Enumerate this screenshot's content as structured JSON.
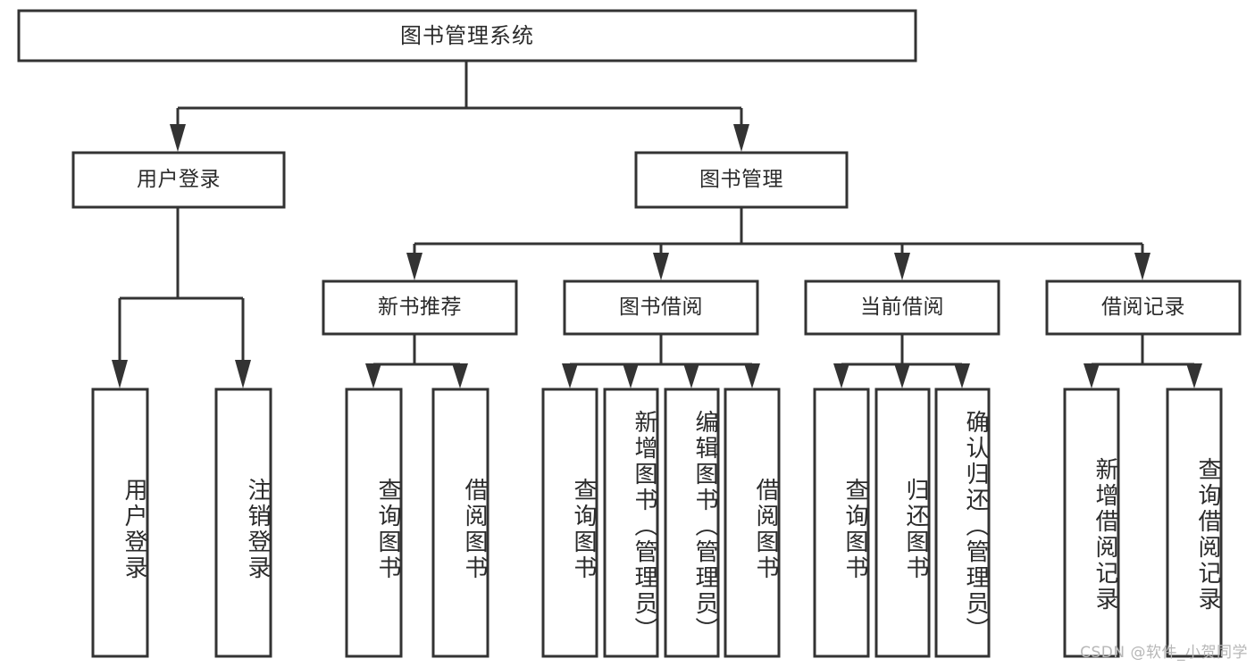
{
  "diagram": {
    "title": "图书管理系统",
    "type": "hierarchy-tree",
    "watermark": "CSDN @软件_小贺同学",
    "colors": {
      "stroke": "#333333",
      "fill": "#ffffff",
      "text": "#2b2b2b",
      "watermark": "#b7b7b7"
    },
    "nodes": {
      "root": {
        "label": "图书管理系统",
        "level": 0,
        "orientation": "horizontal"
      },
      "level1": [
        {
          "id": "user-login",
          "label": "用户登录",
          "orientation": "horizontal"
        },
        {
          "id": "book-management",
          "label": "图书管理",
          "orientation": "horizontal"
        }
      ],
      "level2": [
        {
          "id": "new-book-recommend",
          "label": "新书推荐",
          "orientation": "horizontal",
          "parent": "book-management"
        },
        {
          "id": "book-borrow",
          "label": "图书借阅",
          "orientation": "horizontal",
          "parent": "book-management"
        },
        {
          "id": "current-borrow",
          "label": "当前借阅",
          "orientation": "horizontal",
          "parent": "book-management"
        },
        {
          "id": "borrow-record",
          "label": "借阅记录",
          "orientation": "horizontal",
          "parent": "book-management"
        }
      ],
      "leaves": [
        {
          "id": "leaf-user-login",
          "label": "用户登录",
          "orientation": "vertical",
          "parent": "user-login"
        },
        {
          "id": "leaf-user-logout",
          "label": "注销登录",
          "orientation": "vertical",
          "parent": "user-login"
        },
        {
          "id": "leaf-query-book-1",
          "label": "查询图书",
          "orientation": "vertical",
          "parent": "new-book-recommend"
        },
        {
          "id": "leaf-borrow-book-1",
          "label": "借阅图书",
          "orientation": "vertical",
          "parent": "new-book-recommend"
        },
        {
          "id": "leaf-query-book-2",
          "label": "查询图书",
          "orientation": "vertical",
          "parent": "book-borrow"
        },
        {
          "id": "leaf-add-book",
          "label": "新增图书（管理员）",
          "orientation": "vertical",
          "parent": "book-borrow"
        },
        {
          "id": "leaf-edit-book",
          "label": "编辑图书（管理员）",
          "orientation": "vertical",
          "parent": "book-borrow"
        },
        {
          "id": "leaf-borrow-book-2",
          "label": "借阅图书",
          "orientation": "vertical",
          "parent": "book-borrow"
        },
        {
          "id": "leaf-query-book-3",
          "label": "查询图书",
          "orientation": "vertical",
          "parent": "current-borrow"
        },
        {
          "id": "leaf-return-book",
          "label": "归还图书",
          "orientation": "vertical",
          "parent": "current-borrow"
        },
        {
          "id": "leaf-confirm-return",
          "label": "确认归还（管理员）",
          "orientation": "vertical",
          "parent": "current-borrow"
        },
        {
          "id": "leaf-add-record",
          "label": "新增借阅记录",
          "orientation": "vertical",
          "parent": "borrow-record"
        },
        {
          "id": "leaf-query-record",
          "label": "查询借阅记录",
          "orientation": "vertical",
          "parent": "borrow-record"
        }
      ]
    }
  }
}
